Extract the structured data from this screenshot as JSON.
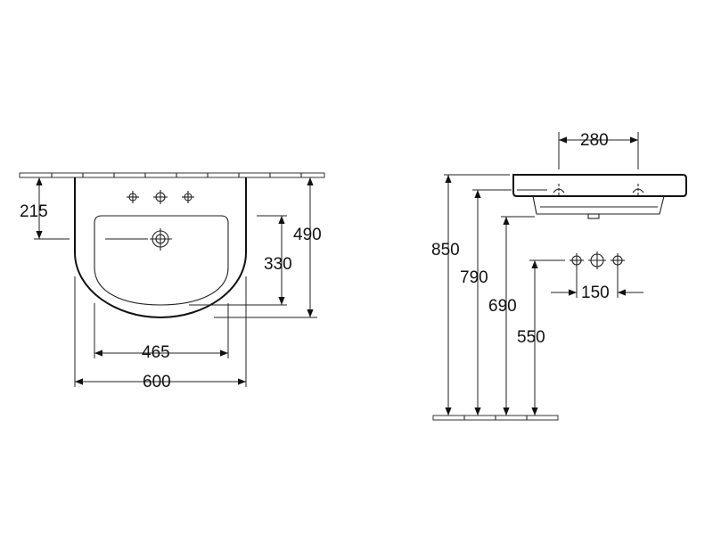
{
  "front_view": {
    "dimensions": {
      "depth_to_tap": "215",
      "overall_depth": "490",
      "bowl_depth": "330",
      "bowl_width": "465",
      "overall_width": "600"
    }
  },
  "side_view": {
    "dimensions": {
      "tap_spacing": "280",
      "rim_height": "850",
      "height_790": "790",
      "underside_height": "690",
      "outlet_height": "550",
      "supply_spacing": "150"
    }
  },
  "colors": {
    "line": "#222222",
    "background": "#ffffff"
  }
}
